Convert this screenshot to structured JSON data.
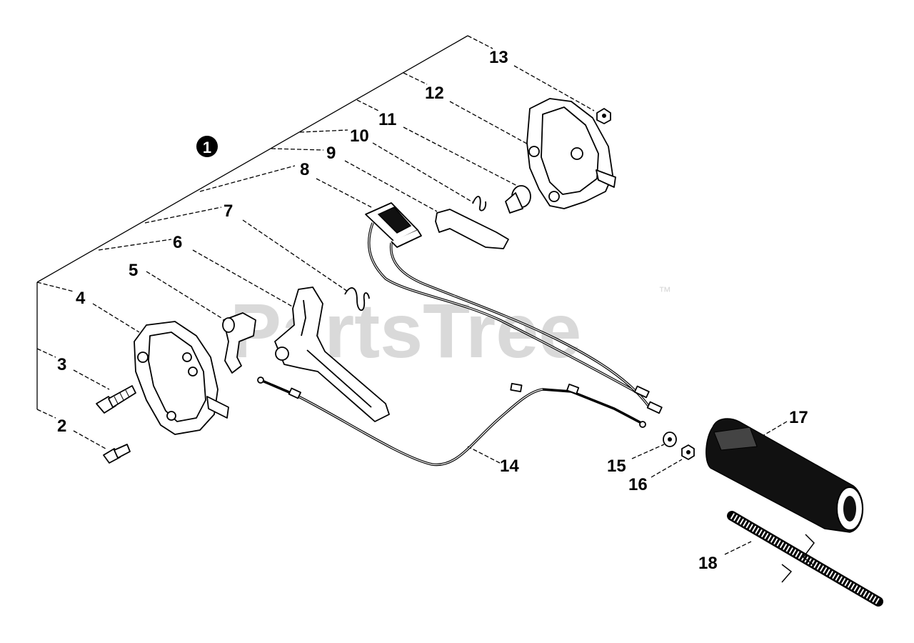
{
  "watermark": {
    "text": "PartsTree",
    "trademark": "™"
  },
  "assembly_marker": "1",
  "callouts": [
    "2",
    "3",
    "4",
    "5",
    "6",
    "7",
    "8",
    "9",
    "10",
    "11",
    "12",
    "13",
    "14",
    "15",
    "16",
    "17",
    "18"
  ],
  "colors": {
    "line": "#000000",
    "watermark": "#d9d9d9",
    "background": "#ffffff"
  }
}
